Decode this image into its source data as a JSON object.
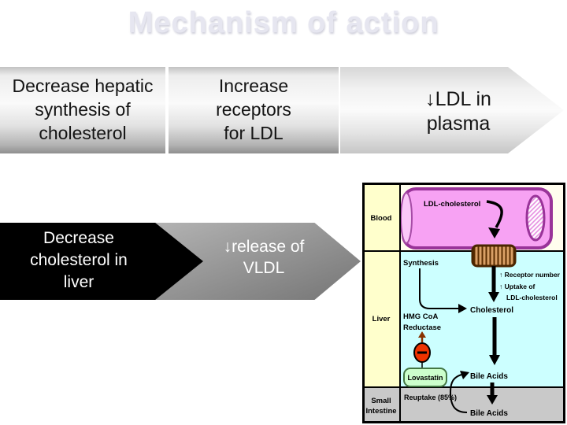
{
  "slide": {
    "title": "Mechanism of action"
  },
  "flow": {
    "box_hepatic": {
      "line1": "Decrease hepatic",
      "line2": "synthesis of",
      "line3": "cholesterol"
    },
    "box_receptors": {
      "line1": "Increase",
      "line2": "receptors",
      "line3": "for LDL"
    },
    "arrow_ldl_plasma": {
      "line1": "↓LDL in",
      "line2": "plasma"
    },
    "arrow_decrease_liver": {
      "line1": "Decrease",
      "line2": "cholesterol in",
      "line3": "liver"
    },
    "arrow_release_vldl": {
      "line1": "↓release of",
      "line2": "VLDL"
    }
  },
  "diagram": {
    "rows": {
      "blood": "Blood",
      "liver": "Liver",
      "intestine_line1": "Small",
      "intestine_line2": "Intestine"
    },
    "labels": {
      "ldl_cholesterol": "LDL-cholesterol",
      "synthesis": "Synthesis",
      "receptor_number": "↑ Receptor number",
      "uptake_line1": "↑ Uptake of",
      "uptake_line2": "LDL-cholesterol",
      "cholesterol": "Cholesterol",
      "hmg_line1": "HMG CoA",
      "hmg_line2": "Reductase",
      "lovastatin": "Lovastatin",
      "bile_acids_liver": "Bile Acids",
      "bile_acids_intestine": "Bile Acids",
      "reuptake": "Reuptake (85%)"
    },
    "colors": {
      "blood_cell": "#ffffcc",
      "blood_area": "#fffdee",
      "liver_cell": "#ffffcc",
      "liver_area": "#ccffff",
      "intestine_area": "#c9c9c9",
      "vessel_fill": "#f7a2f3",
      "vessel_border": "#993399",
      "receptor_border": "#4a2500",
      "lovastatin_fill": "#ccffcc",
      "lovastatin_border": "#447744",
      "inhibitor_fill": "#ee3300",
      "hmg_text": "#008888"
    }
  }
}
